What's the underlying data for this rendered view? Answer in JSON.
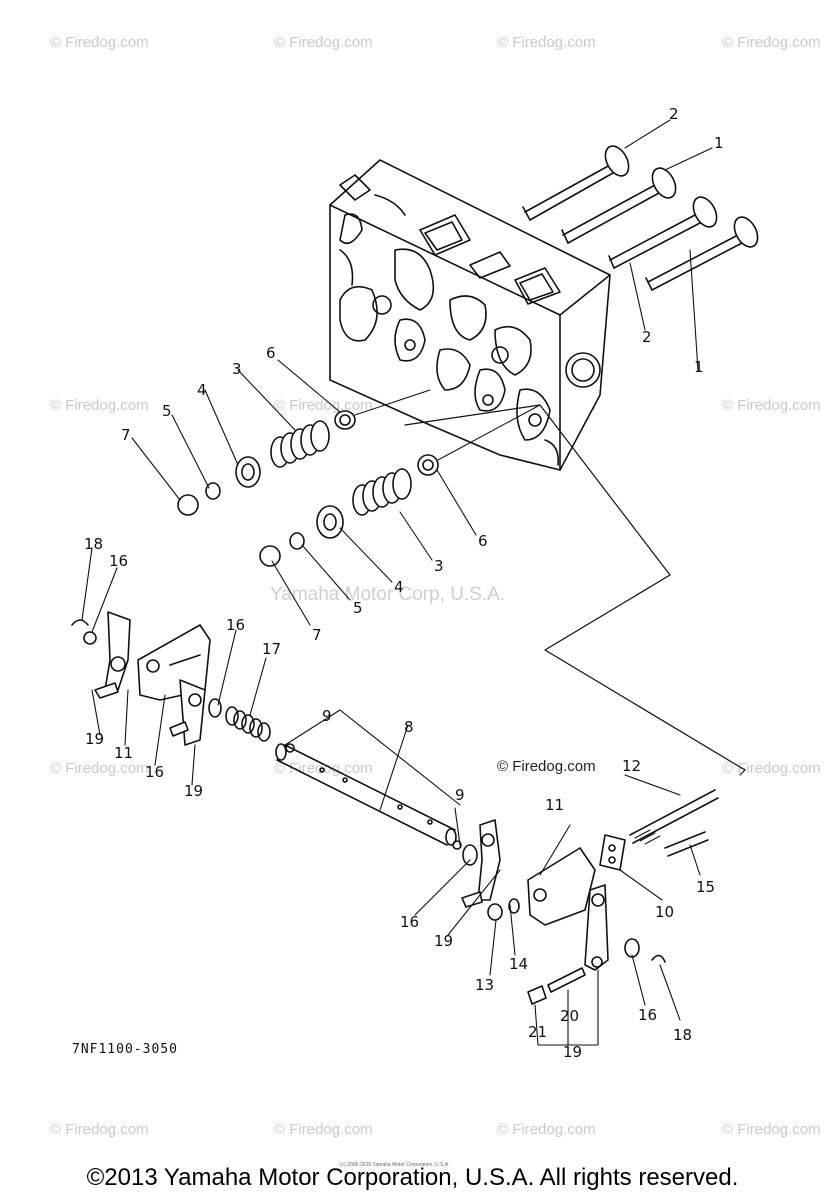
{
  "watermark_text": "© Firedog.com",
  "brand_watermark": "Yamaha Motor Corp, U.S.A.",
  "diagram_code": "7NF1100-3050",
  "footer": "©2013 Yamaha Motor Corporation, U.S.A. All rights reserved.",
  "tiny_notice": "(c) 2005-2016 Yamaha Motor Corporation, U.S.A.",
  "callouts": {
    "c2a": "2",
    "c1a": "1",
    "c2b": "2",
    "c1b": "1",
    "c6a": "6",
    "c3a": "3",
    "c4a": "4",
    "c5a": "5",
    "c7a": "7",
    "c6b": "6",
    "c3b": "3",
    "c4b": "4",
    "c5b": "5",
    "c7b": "7",
    "c18a": "18",
    "c16a": "16",
    "c16b": "16",
    "c17": "17",
    "c19a": "19",
    "c11a": "11",
    "c16c": "16",
    "c19b": "19",
    "c9a": "9",
    "c8": "8",
    "c9b": "9",
    "c12": "12",
    "c11b": "11",
    "c15": "15",
    "c10": "10",
    "c16d": "16",
    "c19c": "19",
    "c14": "14",
    "c13": "13",
    "c21": "21",
    "c20": "20",
    "c19d": "19",
    "c16e": "16",
    "c18b": "18"
  }
}
